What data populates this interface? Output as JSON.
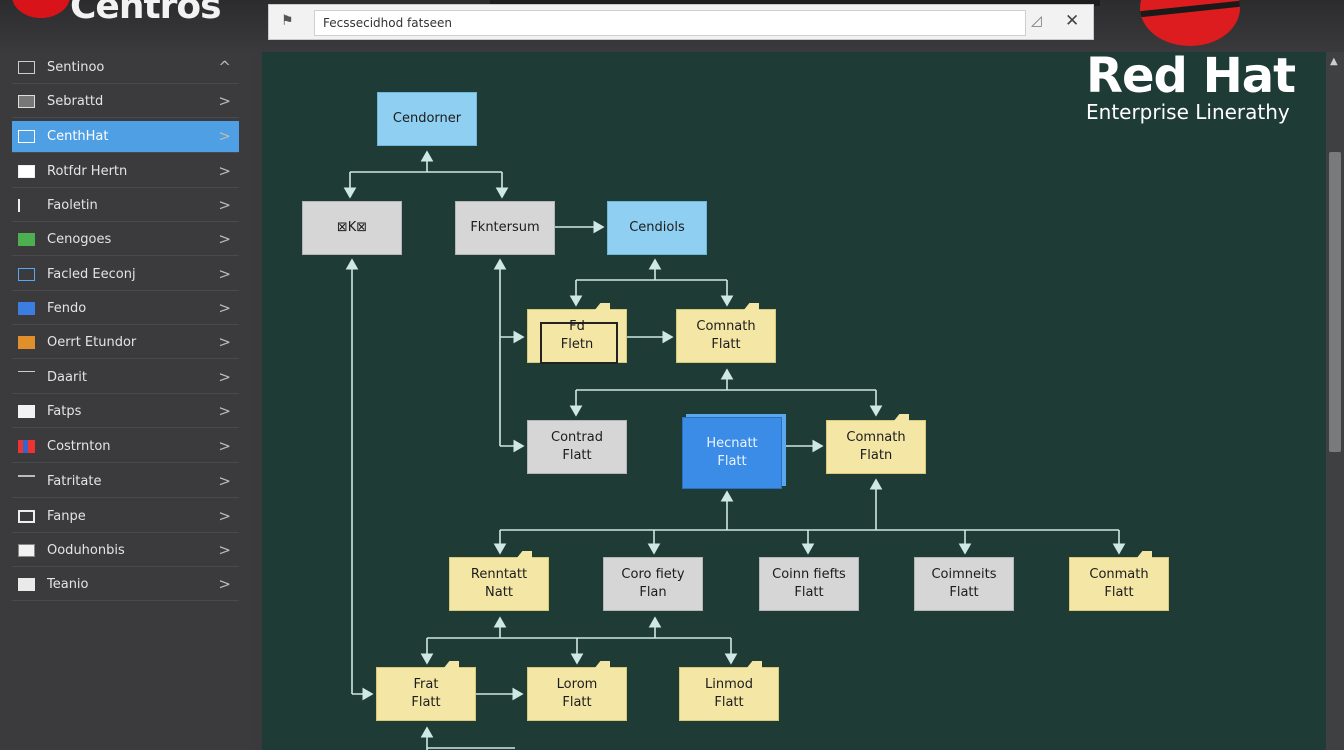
{
  "header": {
    "logo_text": "Centros",
    "address_value": "Fecssecidhod fatseen",
    "address_icon": "flag-icon",
    "close_icon": "close-icon"
  },
  "sidebar": {
    "items": [
      {
        "label": "Sentinoo",
        "icon": "folder-icon",
        "chevron": "^"
      },
      {
        "label": "Sebrattd",
        "icon": "save-icon",
        "chevron": ">"
      },
      {
        "label": "CenthHat",
        "icon": "window-icon",
        "chevron": ">"
      },
      {
        "label": "Rotfdr Hertn",
        "icon": "document-icon",
        "chevron": ">"
      },
      {
        "label": "Faoletin",
        "icon": "plug-icon",
        "chevron": ">"
      },
      {
        "label": "Cenogoes",
        "icon": "grid-icon",
        "chevron": ">"
      },
      {
        "label": "Facled Eeconj",
        "icon": "flow-icon",
        "chevron": ">"
      },
      {
        "label": "Fendo",
        "icon": "book-icon",
        "chevron": ">"
      },
      {
        "label": "Oerrt Etundor",
        "icon": "folder-orange-icon",
        "chevron": ">"
      },
      {
        "label": "Daarit",
        "icon": "plus-icon",
        "chevron": ">"
      },
      {
        "label": "Fatps",
        "icon": "card-icon",
        "chevron": ">"
      },
      {
        "label": "Costrnton",
        "icon": "chart-bar-icon",
        "chevron": ">"
      },
      {
        "label": "Fatritate",
        "icon": "arrows-icon",
        "chevron": ">"
      },
      {
        "label": "Fanpe",
        "icon": "square-icon",
        "chevron": ">"
      },
      {
        "label": "Ooduhonbis",
        "icon": "table-icon",
        "chevron": ">"
      },
      {
        "label": "Teanio",
        "icon": "tiles-icon",
        "chevron": ">"
      }
    ]
  },
  "brand": {
    "title": "Red Hat",
    "subtitle": "Enterprise Linerathy"
  },
  "diagram": {
    "nodes": [
      {
        "id": "n1",
        "line1": "Cendorner",
        "line2": ""
      },
      {
        "id": "n2",
        "line1": "⊠K⊠",
        "line2": ""
      },
      {
        "id": "n3",
        "line1": "Fkntersum",
        "line2": ""
      },
      {
        "id": "n4",
        "line1": "Cendiols",
        "line2": ""
      },
      {
        "id": "n5",
        "line1": "Fd",
        "line2": "Fletn"
      },
      {
        "id": "n6",
        "line1": "Comnath",
        "line2": "Flatt"
      },
      {
        "id": "n7",
        "line1": "Contrad",
        "line2": "Flatt"
      },
      {
        "id": "n8",
        "line1": "Hecnatt",
        "line2": "Flatt"
      },
      {
        "id": "n9",
        "line1": "Comnath",
        "line2": "Flatn"
      },
      {
        "id": "n10",
        "line1": "Renntatt",
        "line2": "Natt"
      },
      {
        "id": "n11",
        "line1": "Coro fiety",
        "line2": "Flan"
      },
      {
        "id": "n12",
        "line1": "Coinn fiefts",
        "line2": "Flatt"
      },
      {
        "id": "n13",
        "line1": "Coimneits",
        "line2": "Flatt"
      },
      {
        "id": "n14",
        "line1": "Conmath",
        "line2": "Flatt"
      },
      {
        "id": "n15",
        "line1": "Frat",
        "line2": "Flatt"
      },
      {
        "id": "n16",
        "line1": "Lorom",
        "line2": "Flatt"
      },
      {
        "id": "n17",
        "line1": "Linmod",
        "line2": "Flatt"
      }
    ]
  },
  "colors": {
    "accent": "#4e9fe3",
    "canvas": "#1f3b36",
    "node_yellow": "#f4e7a6",
    "node_grey": "#d6d6d6",
    "node_blue": "#8fd0f2",
    "brand_red": "#dc1c1f"
  }
}
